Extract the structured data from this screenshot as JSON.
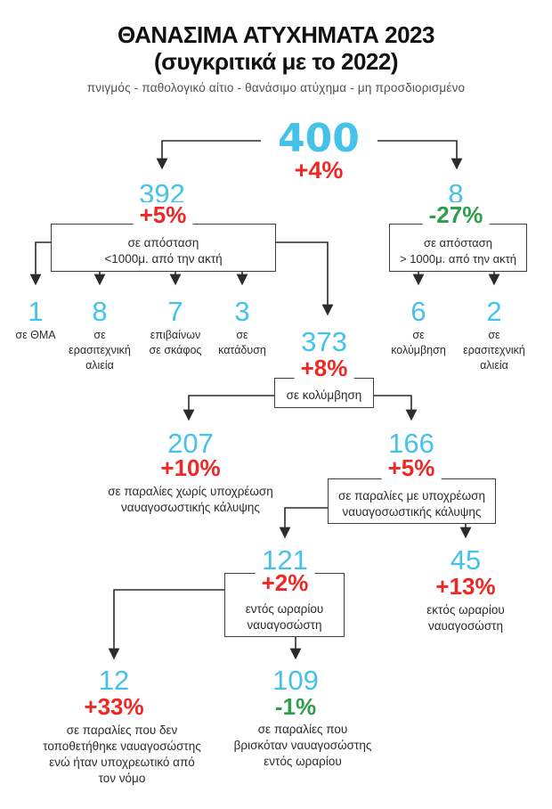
{
  "header": {
    "title_line1": "ΘΑΝΑΣΙΜΑ ΑΤΥΧΗΜΑΤΑ 2023",
    "title_line2": "(συγκριτικά με το 2022)",
    "subtitle": "πνιγμός - παθολογικό αίτιο - θανάσιμο ατύχημα - μη προσδιορισμένο"
  },
  "colors": {
    "number_cyan": "#45c2e9",
    "increase_red": "#ee2824",
    "decrease_green": "#2f9e49",
    "text": "#2b2b2b"
  },
  "nodes": {
    "total": {
      "value": "400",
      "delta": "+4%"
    },
    "near_shore": {
      "value": "392",
      "delta": "+5%",
      "box": "σε απόσταση\n<1000μ. από την ακτή"
    },
    "far_shore": {
      "value": "8",
      "delta": "-27%",
      "box": "σε απόσταση\n> 1000μ. από την ακτή"
    },
    "thma": {
      "value": "1",
      "label": "σε ΘΜΑ"
    },
    "amateur_fishing_near": {
      "value": "8",
      "label": "σε\nερασιτεχνική\nαλιεία"
    },
    "on_vessel": {
      "value": "7",
      "label": "επιβαίνων\nσε σκάφος"
    },
    "diving": {
      "value": "3",
      "label": "σε\nκατάδυση"
    },
    "swimming_far": {
      "value": "6",
      "label": "σε\nκολύμβηση"
    },
    "amateur_fishing_far": {
      "value": "2",
      "label": "σε\nερασιτεχνική\nαλιεία"
    },
    "swimming": {
      "value": "373",
      "delta": "+8%",
      "box": "σε κολύμβηση"
    },
    "no_lifeguard_required": {
      "value": "207",
      "delta": "+10%",
      "label": "σε παραλίες χωρίς υποχρέωση\nναυαγοσωστικής κάλυψης"
    },
    "lifeguard_required": {
      "value": "166",
      "delta": "+5%",
      "box": "σε παραλίες με υποχρέωση\nναυαγοσωστικής κάλυψης"
    },
    "within_hours": {
      "value": "121",
      "delta": "+2%",
      "box": "εντός ωραρίου\nναυαγοσώστη"
    },
    "outside_hours": {
      "value": "45",
      "delta": "+13%",
      "label": "εκτός ωραρίου\nναυαγοσώστη"
    },
    "no_lifeguard_posted": {
      "value": "12",
      "delta": "+33%",
      "label": "σε παραλίες που δεν\nτοποθετήθηκε ναυαγοσώστης\nενώ ήταν υποχρεωτικό από\nτον νόμο"
    },
    "lifeguard_present": {
      "value": "109",
      "delta": "-1%",
      "label": "σε παραλίες που\nβρισκόταν ναυαγοσώστης\nεντός ωραρίου"
    }
  }
}
